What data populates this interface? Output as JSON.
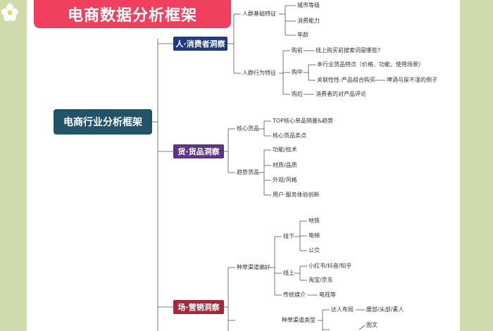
{
  "title": "电商数据分析框架",
  "root": "电商行业分析框架",
  "colors": {
    "banner": "#f0405e",
    "root": "#215369",
    "person": "#213c7e",
    "goods": "#5c3587",
    "market": "#a22b3b",
    "background": "#cfdcaa"
  },
  "categories": {
    "person": "人·消费者洞察",
    "goods": "货·货品洞察",
    "market": "场·营销洞察"
  },
  "person": {
    "basic": "人群基础特征",
    "basic_items": [
      "城市等级",
      "消费能力",
      "年龄"
    ],
    "behavior": "人群行为特征",
    "pre": "购前",
    "pre_item": "线上购买前搜索词是哪些?",
    "mid": "购中",
    "mid_a": "本行业货品特点（价格、功能、使用场景）",
    "mid_b": "关联性性-产品组合购买",
    "mid_b_ex": "啤酒与尿不湿的例子",
    "post": "购后",
    "post_item": "消费者的对产品评论"
  },
  "goods": {
    "core": "核心货品",
    "core_items": [
      "TOP核心单品销量&趋势",
      "核心货品卖点"
    ],
    "trend": "趋势货品",
    "trend_items": [
      "功能/技术",
      "材质/品质",
      "外观/风格",
      "用户·服务体验创新"
    ]
  },
  "market": {
    "pref": "种草渠道偏好",
    "offline": "线下",
    "offline_items": [
      "地铁",
      "电梯",
      "公交"
    ],
    "online": "线上",
    "online_items": [
      "小红书/抖音/知乎",
      "淘宝/京东"
    ],
    "traditional": "传统媒介",
    "traditional_item": "电视等",
    "type": "种草渠道类型",
    "kol": "达人布局",
    "kol_item": "腰部/头部/素人",
    "content_item": "图文"
  }
}
